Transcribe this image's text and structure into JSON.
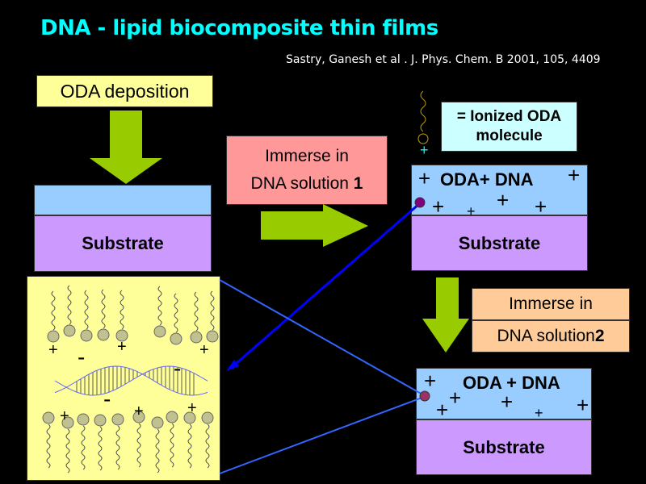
{
  "title": "DNA - lipid biocomposite thin films",
  "citation": "Sastry, Ganesh et al . J. Phys. Chem. B 2001, 105, 4409",
  "step1": {
    "label": "ODA deposition",
    "substrate_label": "Substrate"
  },
  "step2": {
    "label_line1": "Immerse in",
    "label_line2": "DNA solution ",
    "label_num": "1",
    "layer_label": "ODA+ DNA",
    "substrate_label": "Substrate"
  },
  "legend": {
    "line1": "= Ionized ODA",
    "line2": "molecule",
    "charge": "+"
  },
  "step3": {
    "label_line1": "Immerse in",
    "label_line2": "DNA solution ",
    "label_num": "2",
    "layer_label": "ODA + DNA",
    "substrate_label": "Substrate"
  },
  "detail": {
    "positive_charge": "+",
    "negative_charge": "-"
  },
  "colors": {
    "title": "#00ffff",
    "arrow_green": "#99cc00",
    "connector_blue": "#0000ff",
    "connector_light_blue": "#3366ff",
    "oda_yellow": "#ffff99",
    "layer_blue": "#99ccff",
    "substrate_purple": "#cc99ff",
    "immerse1_pink": "#ff9999",
    "immerse2_peach": "#ffcc99",
    "legend_cyan": "#ccffff",
    "head_tan": "#c0c090",
    "marker_purple": "#800080",
    "marker_maroon": "#993366",
    "helix_blue": "#6666ff"
  }
}
